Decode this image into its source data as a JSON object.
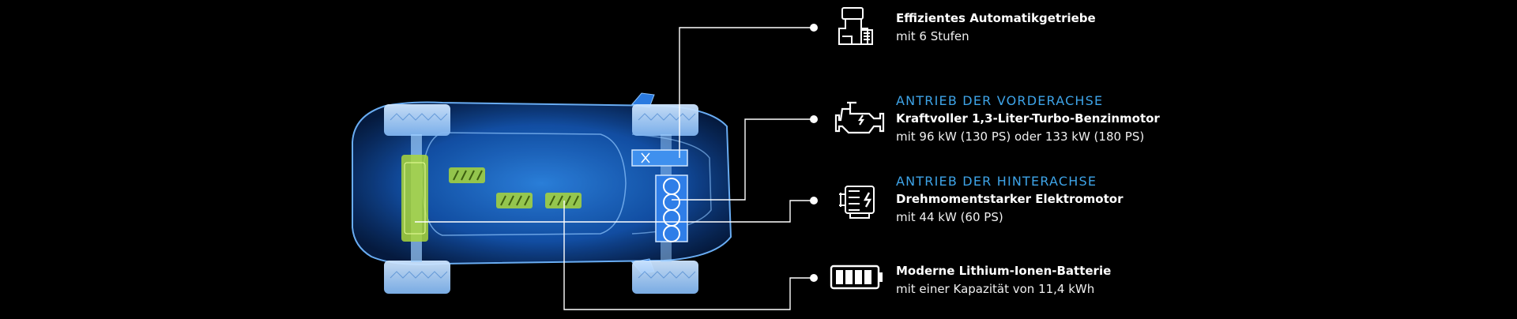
{
  "features": [
    {
      "icon": "gearbox-icon",
      "headline": "",
      "title": "Effizientes Automatikgetriebe",
      "subtitle": "mit 6 Stufen"
    },
    {
      "icon": "engine-icon",
      "headline": "ANTRIEB DER VORDERACHSE",
      "title": "Kraftvoller 1,3-Liter-Turbo-Benzinmotor",
      "subtitle": "mit 96 kW (130 PS) oder 133 kW (180 PS)"
    },
    {
      "icon": "electric-motor-icon",
      "headline": "ANTRIEB DER HINTERACHSE",
      "title": "Drehmomentstarker Elektromotor",
      "subtitle": "mit 44 kW (60 PS)"
    },
    {
      "icon": "battery-icon",
      "headline": "",
      "title": "Moderne Lithium-Ionen-Batterie",
      "subtitle": "mit einer Kapazität von 11,4 kWh"
    }
  ],
  "colors": {
    "background": "#000000",
    "accent": "#3ea4e8",
    "car_body": "#1f6fd6",
    "battery_cells": "#a9d63a",
    "leader_lines": "#ffffff"
  }
}
